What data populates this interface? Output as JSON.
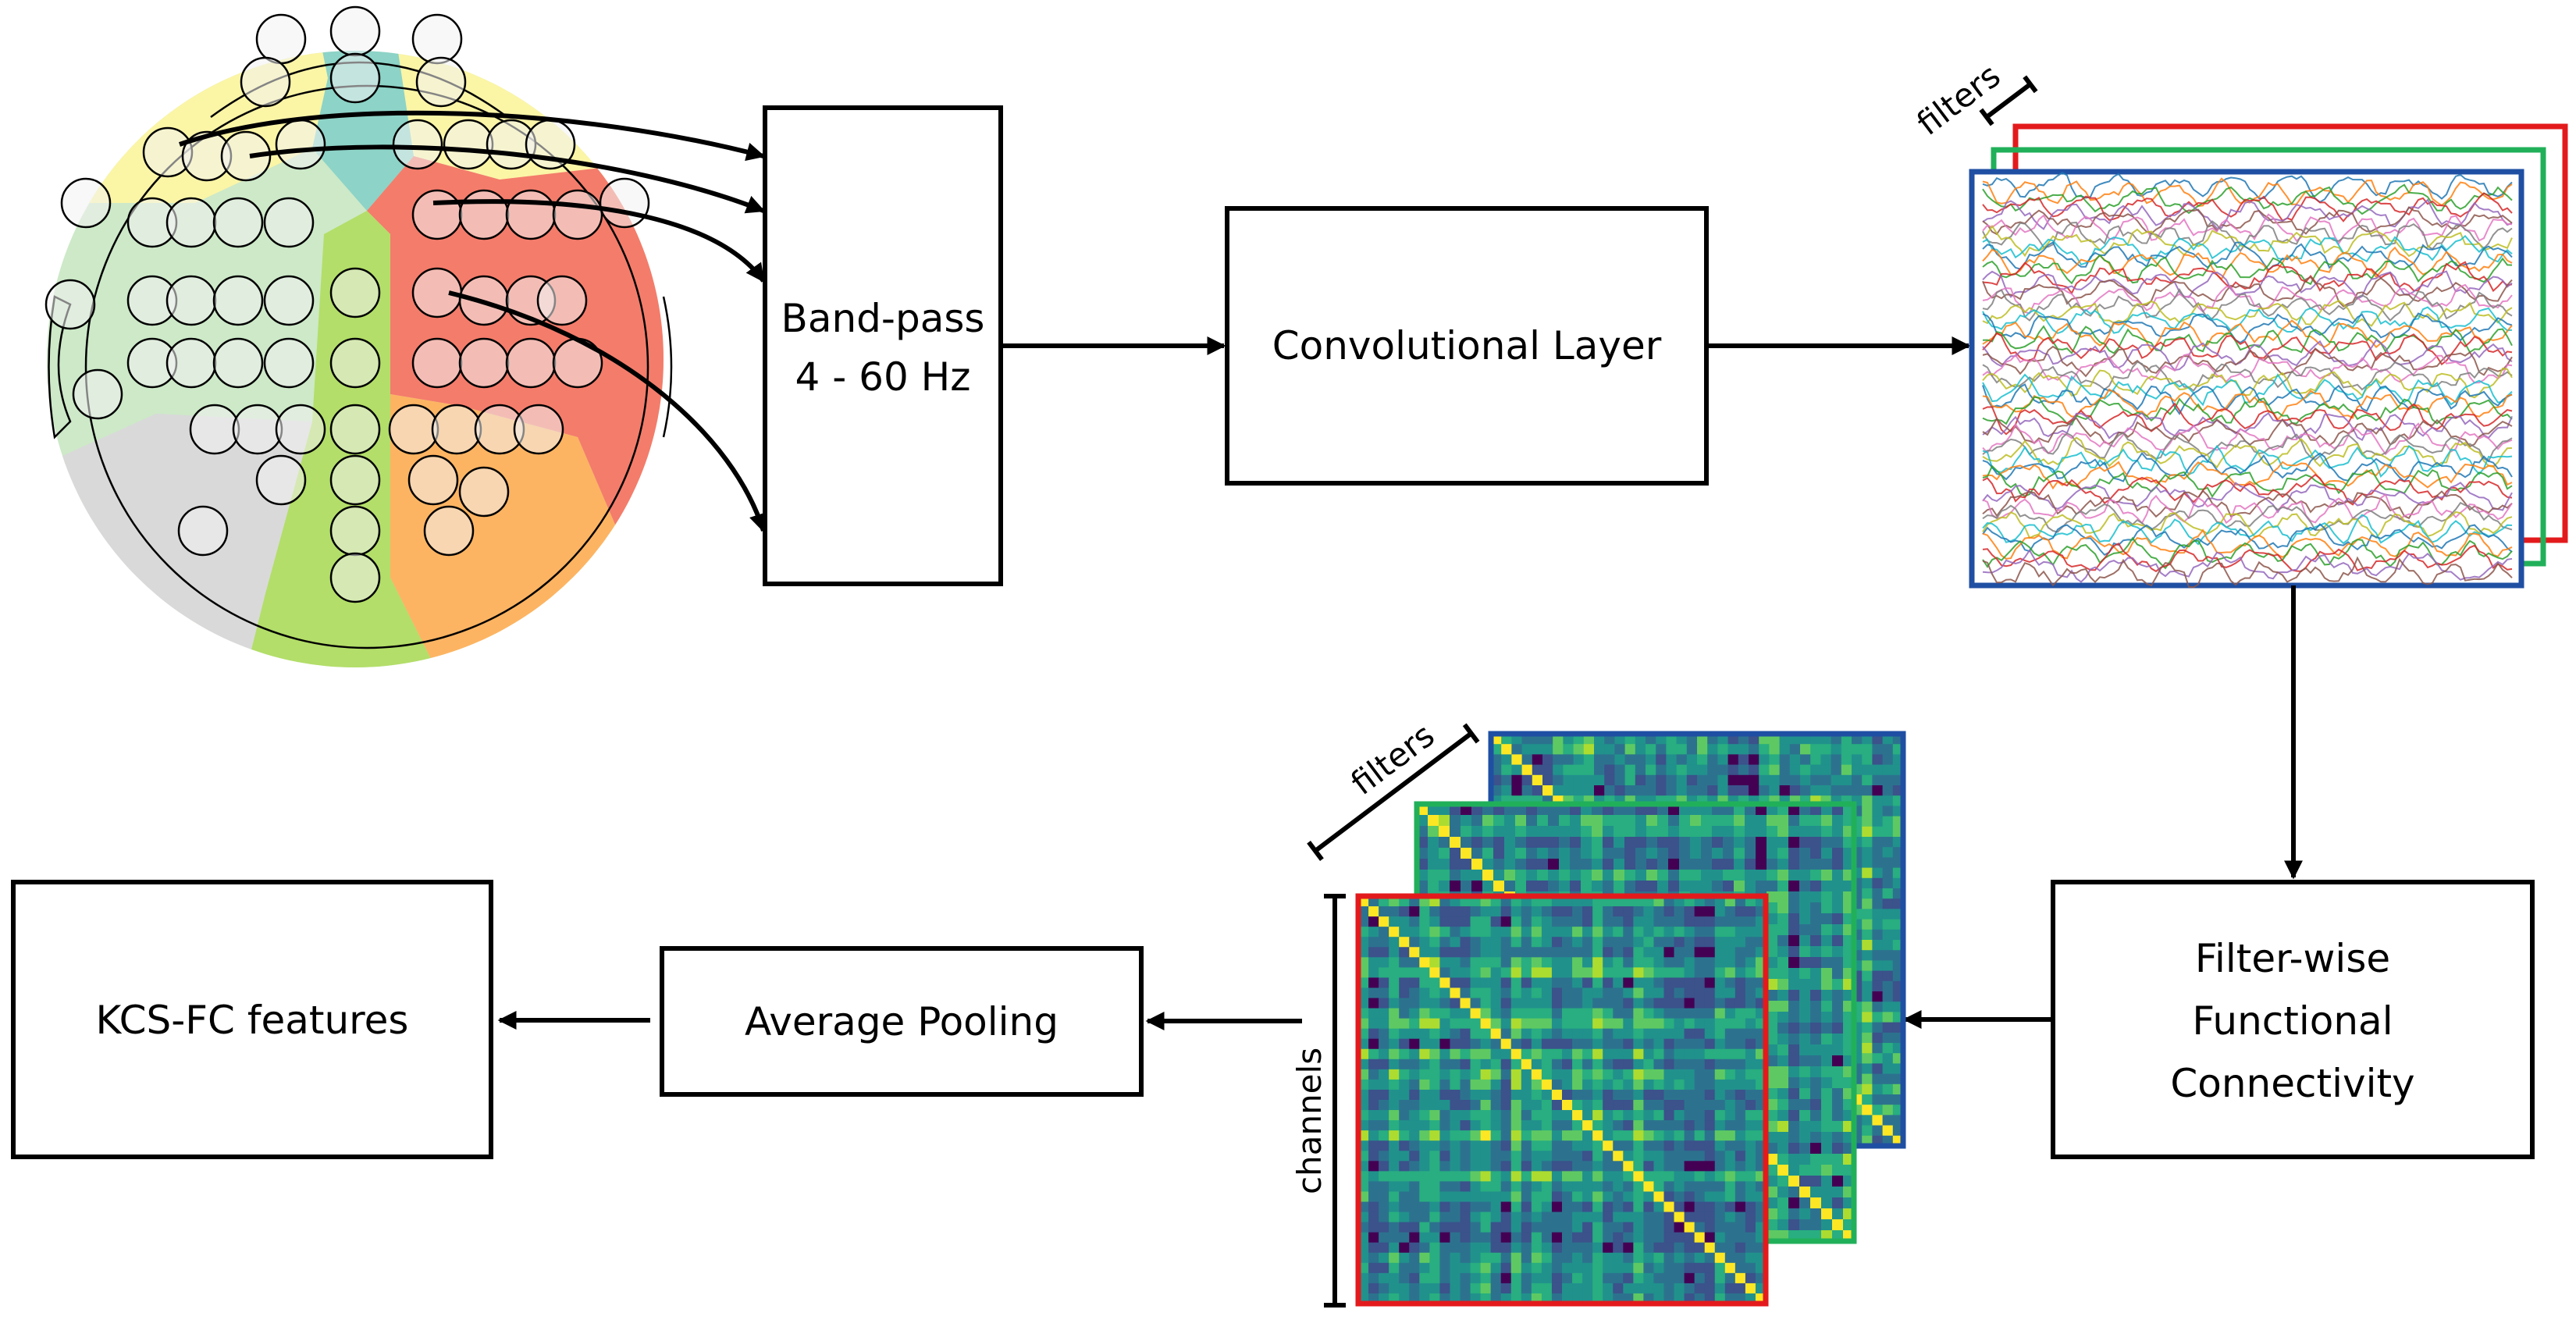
{
  "boxes": {
    "bandpass": {
      "line1": "Band-pass",
      "line2": "4 - 60 Hz"
    },
    "conv": {
      "label": "Convolutional Layer"
    },
    "fc": {
      "line1": "Filter-wise",
      "line2": "Functional",
      "line3": "Connectivity"
    },
    "pool": {
      "label": "Average Pooling"
    },
    "kcs": {
      "label": "KCS-FC features"
    }
  },
  "dims": {
    "filters_top": "filters",
    "filters_mid": "filters",
    "channels": "channels"
  },
  "colors": {
    "filter_blue": "#1f4fa3",
    "filter_green": "#21b05a",
    "filter_red": "#e31a1c",
    "region_yellow": "#fbf5a6",
    "region_teal": "#8dd3c7",
    "region_red": "#f47c6b",
    "region_lightgreen": "#cde9c8",
    "region_grey": "#d9d9d9",
    "region_green": "#b3de69",
    "region_orange": "#fdb462"
  }
}
